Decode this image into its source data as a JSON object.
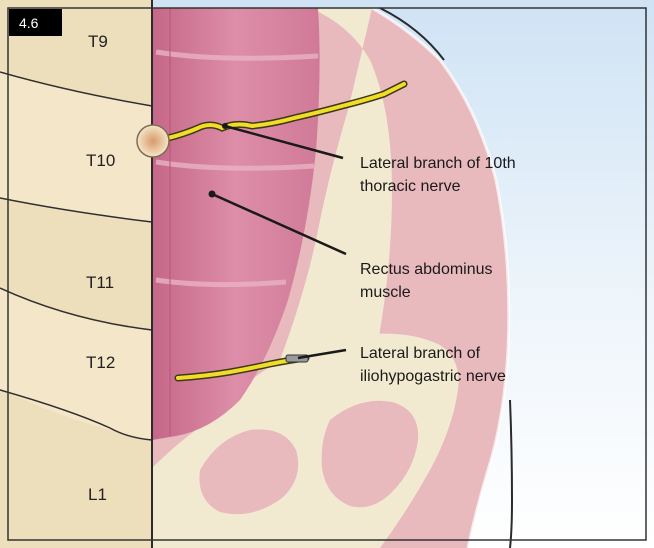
{
  "figure": {
    "number": "4.6",
    "colors": {
      "skin": "#f4e6c8",
      "muscle": "#d77f9c",
      "bone": "#f0e9c6",
      "sky_top": "#c7ddf2",
      "nerve": "#f2dc28",
      "border": "#333333"
    },
    "dermatomes": [
      "T9",
      "T10",
      "T11",
      "T12",
      "L1"
    ],
    "callouts": {
      "nerve_t10": {
        "line1": "Lateral branch of 10th",
        "line2": "thoracic nerve"
      },
      "rectus": {
        "line1": "Rectus abdominus",
        "line2": "muscle"
      },
      "iliohypogastric": {
        "line1": "Lateral branch of",
        "line2": "iliohypogastric nerve"
      }
    }
  }
}
